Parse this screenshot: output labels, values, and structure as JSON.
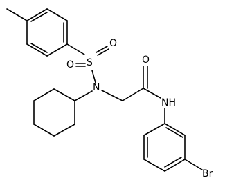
{
  "structure": {
    "atoms": {
      "sulfur": "S",
      "sulfonyl_oxygen_left": "O",
      "sulfonyl_oxygen_right": "O",
      "sulfonamide_nitrogen": "N",
      "carbonyl_oxygen": "O",
      "amide_nh": "NH",
      "bromine": "Br"
    },
    "colors": {
      "bond": "#000000",
      "label": "#000000",
      "background": "#ffffff"
    }
  }
}
